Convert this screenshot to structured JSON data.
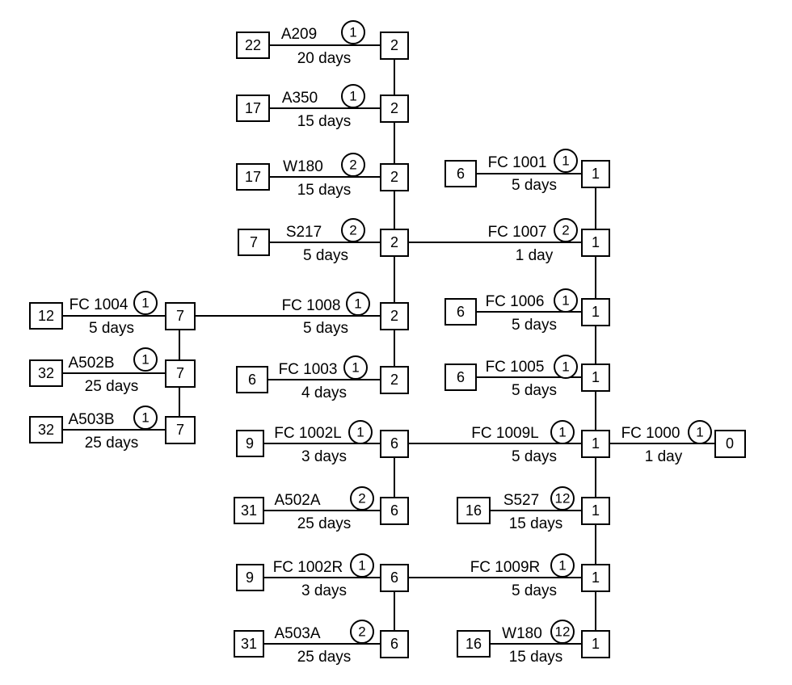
{
  "nodes": {
    "a209_src": "22",
    "a209_dst": "2",
    "a350_src": "17",
    "a350_dst": "2",
    "w180t_src": "17",
    "w180t_dst": "2",
    "s217_src": "7",
    "s217_dst": "2",
    "fc1008_dst": "2",
    "fc1003_src": "6",
    "fc1003_dst": "2",
    "fc1004_src": "12",
    "fc1004_dst": "7",
    "a502b_src": "32",
    "a502b_dst": "7",
    "a503b_src": "32",
    "a503b_dst": "7",
    "fc1001_src": "6",
    "fc1001_dst": "1",
    "fc1007_dst": "1",
    "fc1006_src": "6",
    "fc1006_dst": "1",
    "fc1005_src": "6",
    "fc1005_dst": "1",
    "fc1002l_src": "9",
    "fc1002l_dst": "6",
    "fc1009l_dst": "1",
    "fc1000_dst": "0",
    "a502a_src": "31",
    "a502a_dst": "6",
    "s527_src": "16",
    "s527_dst": "1",
    "fc1002r_src": "9",
    "fc1002r_dst": "6",
    "fc1009r_dst": "1",
    "a503a_src": "31",
    "a503a_dst": "6",
    "w180b_src": "16",
    "w180b_dst": "1"
  },
  "links": {
    "a209": {
      "code": "A209",
      "qty": "1",
      "time": "20 days"
    },
    "a350": {
      "code": "A350",
      "qty": "1",
      "time": "15 days"
    },
    "w180t": {
      "code": "W180",
      "qty": "2",
      "time": "15 days"
    },
    "s217": {
      "code": "S217",
      "qty": "2",
      "time": "5 days"
    },
    "fc1008": {
      "code": "FC 1008",
      "qty": "1",
      "time": "5 days"
    },
    "fc1003": {
      "code": "FC 1003",
      "qty": "1",
      "time": "4 days"
    },
    "fc1004": {
      "code": "FC 1004",
      "qty": "1",
      "time": "5 days"
    },
    "a502b": {
      "code": "A502B",
      "qty": "1",
      "time": "25 days"
    },
    "a503b": {
      "code": "A503B",
      "qty": "1",
      "time": "25 days"
    },
    "fc1001": {
      "code": "FC 1001",
      "qty": "1",
      "time": "5 days"
    },
    "fc1007": {
      "code": "FC 1007",
      "qty": "2",
      "time": "1 day"
    },
    "fc1006": {
      "code": "FC 1006",
      "qty": "1",
      "time": "5 days"
    },
    "fc1005": {
      "code": "FC 1005",
      "qty": "1",
      "time": "5 days"
    },
    "fc1002l": {
      "code": "FC 1002L",
      "qty": "1",
      "time": "3 days"
    },
    "fc1009l": {
      "code": "FC 1009L",
      "qty": "1",
      "time": "5 days"
    },
    "fc1000": {
      "code": "FC 1000",
      "qty": "1",
      "time": "1 day"
    },
    "a502a": {
      "code": "A502A",
      "qty": "2",
      "time": "25 days"
    },
    "s527": {
      "code": "S527",
      "qty": "12",
      "time": "15 days"
    },
    "fc1002r": {
      "code": "FC 1002R",
      "qty": "1",
      "time": "3 days"
    },
    "fc1009r": {
      "code": "FC 1009R",
      "qty": "1",
      "time": "5 days"
    },
    "a503a": {
      "code": "A503A",
      "qty": "2",
      "time": "25 days"
    },
    "w180b": {
      "code": "W180",
      "qty": "12",
      "time": "15 days"
    }
  }
}
